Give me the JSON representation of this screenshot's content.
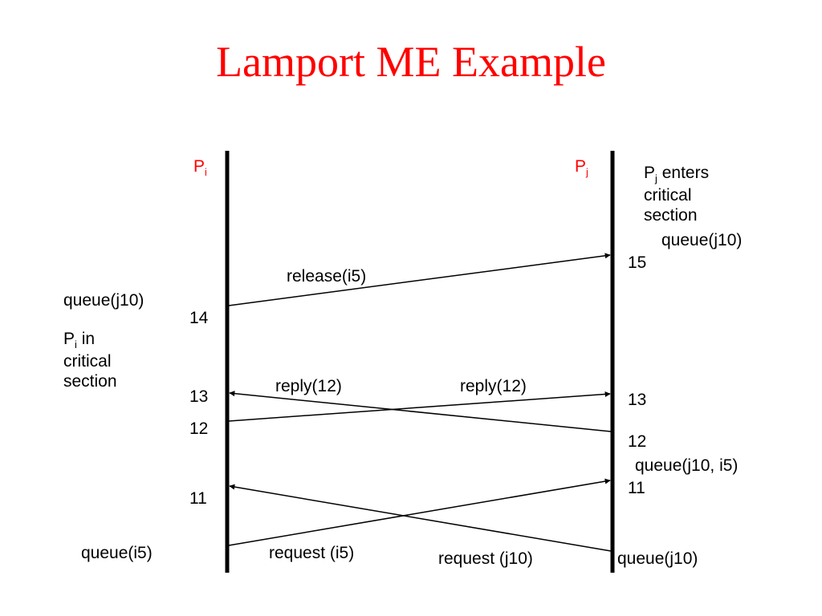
{
  "title": "Lamport ME Example",
  "processes": {
    "left": {
      "name": "P",
      "subscript": "i"
    },
    "right": {
      "name": "P",
      "subscript": "j"
    }
  },
  "messages": {
    "release": "release(i5)",
    "reply_left": "reply(12)",
    "reply_right": "reply(12)",
    "request_i": "request (i5)",
    "request_j": "request (j10)"
  },
  "left_notes": {
    "queue_top": "queue(j10)",
    "cs_name": "P",
    "cs_sub": "i",
    "cs_rest": " in",
    "cs_line2": "critical",
    "cs_line3": "section",
    "queue_bottom": "queue(i5)"
  },
  "right_notes": {
    "cs_name": "P",
    "cs_sub": "j",
    "cs_rest": " enters",
    "cs_line2": "critical",
    "cs_line3": "section",
    "queue_top": "queue(j10)",
    "queue_mid": "queue(j10, i5)",
    "queue_bottom": "queue(j10)"
  },
  "clocks": {
    "left": [
      "14",
      "13",
      "12",
      "11"
    ],
    "right": [
      "15",
      "13",
      "12",
      "11"
    ]
  },
  "colors": {
    "title": "#ff0000",
    "process_label": "#ff0000",
    "lines": "#000000"
  }
}
